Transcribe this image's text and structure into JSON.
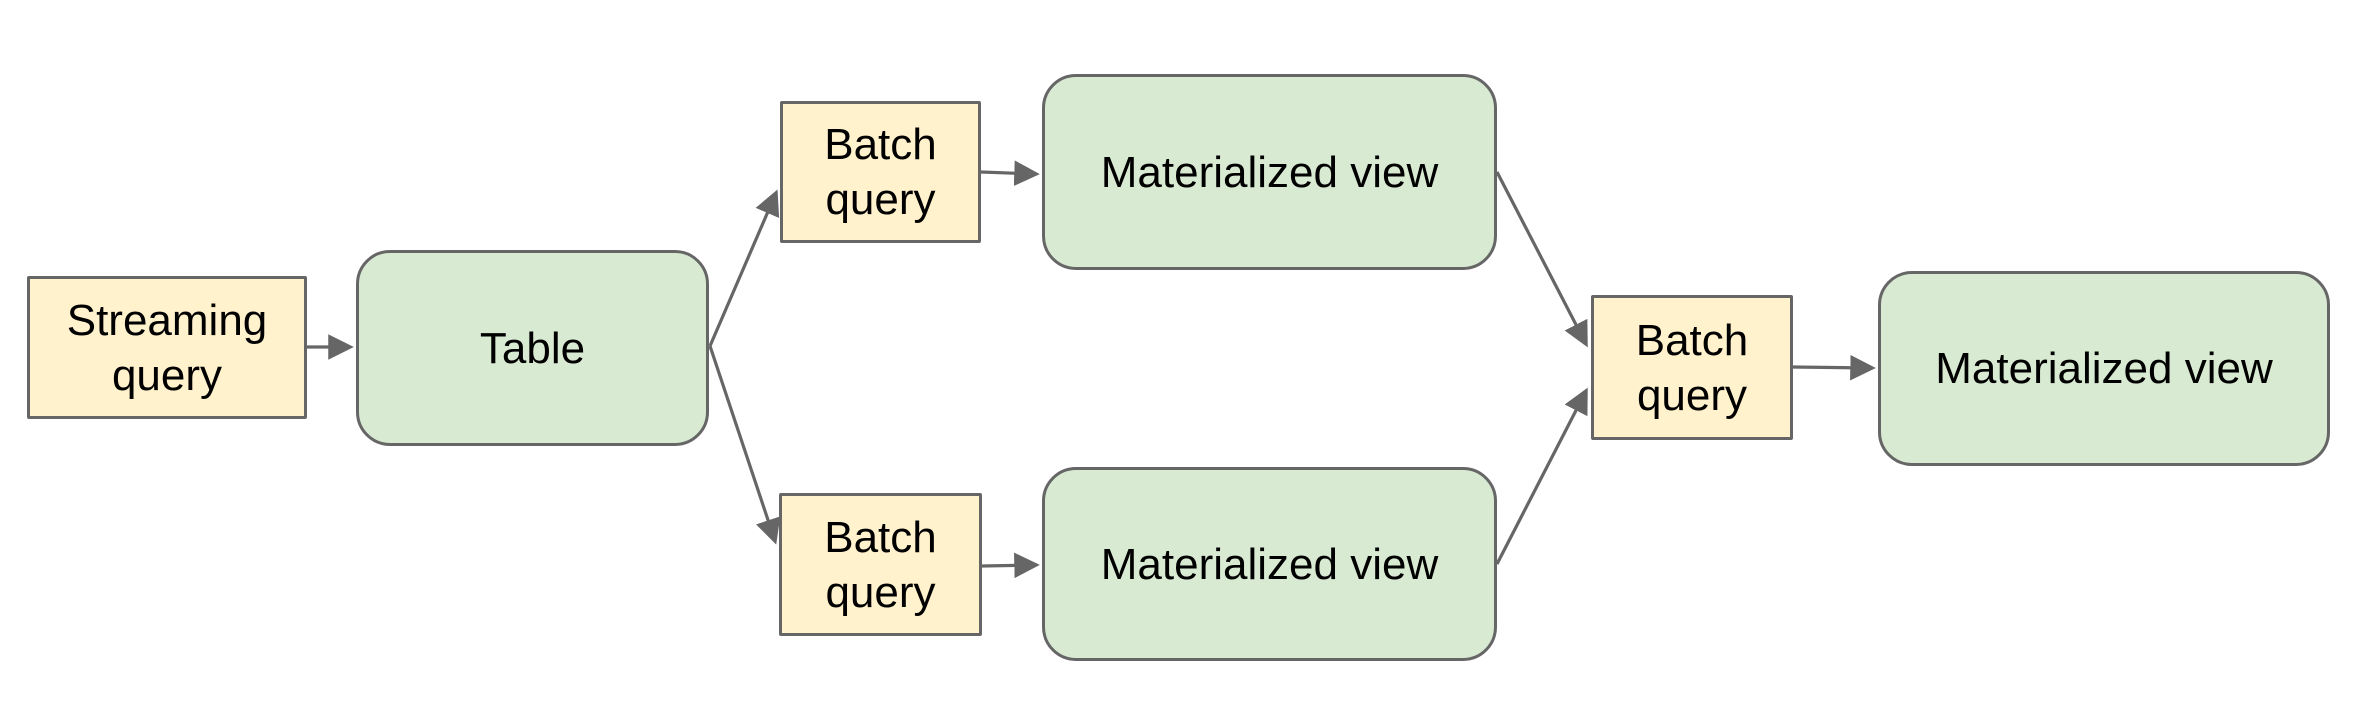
{
  "diagram": {
    "nodes": [
      {
        "id": "streaming-query",
        "label": "Streaming query",
        "shape": "rectangle",
        "fill": "yellow"
      },
      {
        "id": "table",
        "label": "Table",
        "shape": "rounded",
        "fill": "green"
      },
      {
        "id": "batch-query-top",
        "label": "Batch query",
        "shape": "rectangle",
        "fill": "yellow"
      },
      {
        "id": "materialized-view-top",
        "label": "Materialized view",
        "shape": "rounded",
        "fill": "green"
      },
      {
        "id": "batch-query-bottom",
        "label": "Batch query",
        "shape": "rectangle",
        "fill": "yellow"
      },
      {
        "id": "materialized-view-bottom",
        "label": "Materialized view",
        "shape": "rounded",
        "fill": "green"
      },
      {
        "id": "batch-query-final",
        "label": "Batch query",
        "shape": "rectangle",
        "fill": "yellow"
      },
      {
        "id": "materialized-view-final",
        "label": "Materialized view",
        "shape": "rounded",
        "fill": "green"
      }
    ],
    "edges": [
      {
        "from": "streaming-query",
        "to": "table"
      },
      {
        "from": "table",
        "to": "batch-query-top"
      },
      {
        "from": "table",
        "to": "batch-query-bottom"
      },
      {
        "from": "batch-query-top",
        "to": "materialized-view-top"
      },
      {
        "from": "batch-query-bottom",
        "to": "materialized-view-bottom"
      },
      {
        "from": "materialized-view-top",
        "to": "batch-query-final"
      },
      {
        "from": "materialized-view-bottom",
        "to": "batch-query-final"
      },
      {
        "from": "batch-query-final",
        "to": "materialized-view-final"
      }
    ]
  },
  "colors": {
    "node-yellow-fill": "#fff2cc",
    "node-green-fill": "#d9ead3",
    "node-border": "#666666",
    "edge-stroke": "#666666",
    "text": "#000000",
    "canvas-bg": "#ffffff"
  }
}
